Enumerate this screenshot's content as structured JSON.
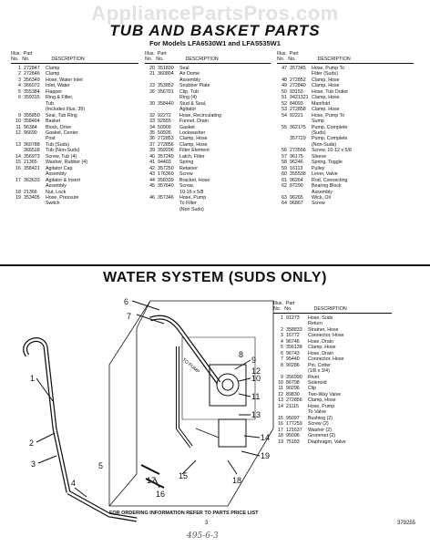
{
  "watermark": "AppliancePartsPros.com",
  "title": "TUB AND BASKET PARTS",
  "models": "For Models LFA6530W1 and LFA5535W1",
  "headers": {
    "illus": "Illus.",
    "no": "No.",
    "part": "Part",
    "description": "DESCRIPTION"
  },
  "tub_col1": [
    {
      "illus": "1",
      "part": "272847",
      "desc": "Clamp"
    },
    {
      "illus": "2",
      "part": "272846",
      "desc": "Clamp"
    },
    {
      "illus": "3",
      "part": "356349",
      "desc": "Hose, Water Inlet"
    },
    {
      "illus": "4",
      "part": "366072",
      "desc": "Inlet, Water"
    },
    {
      "illus": "5",
      "part": "355384",
      "desc": "Flapper"
    },
    {
      "illus": "6",
      "part": "359315",
      "desc": "Ring & Filter,"
    },
    {
      "illus": "",
      "part": "",
      "desc": "Tub"
    },
    {
      "illus": "",
      "part": "",
      "desc": "(Includes Illus. 39)"
    },
    {
      "illus": "9",
      "part": "355850",
      "desc": "Seal, Tub Ring"
    },
    {
      "illus": "10",
      "part": "358404",
      "desc": "Basket"
    },
    {
      "illus": "11",
      "part": "96384",
      "desc": "Block, Drive"
    },
    {
      "illus": "12",
      "part": "96690",
      "desc": "Gasket, Center"
    },
    {
      "illus": "",
      "part": "",
      "desc": "Post"
    },
    {
      "illus": "13",
      "part": "360788",
      "desc": "Tub (Suds)"
    },
    {
      "illus": "",
      "part": "366518",
      "desc": "Tub (Non-Suds)"
    },
    {
      "illus": "14",
      "part": "356973",
      "desc": "Screw, Tub (4)"
    },
    {
      "illus": "15",
      "part": "21365",
      "desc": "Washer, Rubber (4)"
    },
    {
      "illus": "16",
      "part": "358421",
      "desc": "Agitator Cap"
    },
    {
      "illus": "",
      "part": "",
      "desc": "Assembly"
    },
    {
      "illus": "17",
      "part": "363633",
      "desc": "Agitator & Insert"
    },
    {
      "illus": "",
      "part": "",
      "desc": "Assembly"
    },
    {
      "illus": "18",
      "part": "21366",
      "desc": "Nut, Lock"
    },
    {
      "illus": "19",
      "part": "353405",
      "desc": "Hose, Pressure"
    },
    {
      "illus": "",
      "part": "",
      "desc": "Switch"
    }
  ],
  "tub_col2": [
    {
      "illus": "20",
      "part": "351830",
      "desc": "Seal"
    },
    {
      "illus": "21",
      "part": "360804",
      "desc": "Air Dome"
    },
    {
      "illus": "",
      "part": "",
      "desc": "Assembly"
    },
    {
      "illus": "23",
      "part": "353852",
      "desc": "Snubber Plate"
    },
    {
      "illus": "26",
      "part": "356701",
      "desc": "Clip, Tub"
    },
    {
      "illus": "",
      "part": "",
      "desc": "Ring (4)"
    },
    {
      "illus": "30",
      "part": "358440",
      "desc": "Stud & Seal,"
    },
    {
      "illus": "",
      "part": "",
      "desc": "Agitator"
    },
    {
      "illus": "32",
      "part": "92272",
      "desc": "Hose, Recirculating"
    },
    {
      "illus": "33",
      "part": "92555",
      "desc": "Funnel, Drain"
    },
    {
      "illus": "34",
      "part": "50909",
      "desc": "Gasket"
    },
    {
      "illus": "35",
      "part": "50926",
      "desc": "Lockwasher"
    },
    {
      "illus": "36",
      "part": "272853",
      "desc": "Clamp, Hose"
    },
    {
      "illus": "37",
      "part": "272856",
      "desc": "Clamp, Hose"
    },
    {
      "illus": "39",
      "part": "359296",
      "desc": "Filter Element"
    },
    {
      "illus": "40",
      "part": "357249",
      "desc": "Latch, Filter"
    },
    {
      "illus": "41",
      "part": "94403",
      "desc": "Spring"
    },
    {
      "illus": "42",
      "part": "357250",
      "desc": "Retainer"
    },
    {
      "illus": "43",
      "part": "176360",
      "desc": "Screw"
    },
    {
      "illus": "44",
      "part": "358339",
      "desc": "Bracket, Hose"
    },
    {
      "illus": "45",
      "part": "357640",
      "desc": "Screw,"
    },
    {
      "illus": "",
      "part": "",
      "desc": "10-16 x 5/8"
    },
    {
      "illus": "46",
      "part": "357346",
      "desc": "Hose, Pump"
    },
    {
      "illus": "",
      "part": "",
      "desc": "To Filter"
    },
    {
      "illus": "",
      "part": "",
      "desc": "(Non Suds)"
    }
  ],
  "tub_col3": [
    {
      "illus": "47",
      "part": "357345",
      "desc": "Hose, Pump To"
    },
    {
      "illus": "",
      "part": "",
      "desc": "Filter (Suds)"
    },
    {
      "illus": "48",
      "part": "272852",
      "desc": "Clamp, Hose"
    },
    {
      "illus": "49",
      "part": "272840",
      "desc": "Clamp, Hose"
    },
    {
      "illus": "50",
      "part": "93153",
      "desc": "Hose, Tub Outlet"
    },
    {
      "illus": "51",
      "part": "9421321",
      "desc": "Clamp, Hose"
    },
    {
      "illus": "52",
      "part": "84093",
      "desc": "Manifold"
    },
    {
      "illus": "53",
      "part": "272858",
      "desc": "Clamp, Hose"
    },
    {
      "illus": "54",
      "part": "92221",
      "desc": "Hose, Pump To"
    },
    {
      "illus": "",
      "part": "",
      "desc": "Sump"
    },
    {
      "illus": "55",
      "part": "362175",
      "desc": "Pump, Complete"
    },
    {
      "illus": "",
      "part": "",
      "desc": "(Suds)"
    },
    {
      "illus": "",
      "part": "357729",
      "desc": "Pump, Complete"
    },
    {
      "illus": "",
      "part": "",
      "desc": "(Non-Suds)"
    },
    {
      "illus": "56",
      "part": "273556",
      "desc": "Screw, 10-12 x 5/8"
    },
    {
      "illus": "57",
      "part": "96175",
      "desc": "Sleeve"
    },
    {
      "illus": "58",
      "part": "96246",
      "desc": "Spring, Toggle"
    },
    {
      "illus": "59",
      "part": "16113",
      "desc": "Pulley"
    },
    {
      "illus": "60",
      "part": "355538",
      "desc": "Lever, Valve"
    },
    {
      "illus": "61",
      "part": "96264",
      "desc": "Rod, Connecting"
    },
    {
      "illus": "62",
      "part": "87290",
      "desc": "Bearing Block"
    },
    {
      "illus": "",
      "part": "",
      "desc": "Assembly"
    },
    {
      "illus": "63",
      "part": "96265",
      "desc": "Wick, Oil"
    },
    {
      "illus": "64",
      "part": "96867",
      "desc": "Screw"
    }
  ],
  "water_title": "WATER SYSTEM (SUDS ONLY)",
  "water_list": [
    {
      "illus": "1",
      "part": "91273",
      "desc": "Hose, Suds"
    },
    {
      "illus": "",
      "part": "",
      "desc": "Return"
    },
    {
      "illus": "2",
      "part": "358833",
      "desc": "Strainer, Hose"
    },
    {
      "illus": "3",
      "part": "16772",
      "desc": "Connector, Hose"
    },
    {
      "illus": "4",
      "part": "96746",
      "desc": "Hose, Drain"
    },
    {
      "illus": "5",
      "part": "356138",
      "desc": "Clamp, Hose"
    },
    {
      "illus": "6",
      "part": "96743",
      "desc": "Hose, Drain"
    },
    {
      "illus": "7",
      "part": "95440",
      "desc": "Connector, Hose"
    },
    {
      "illus": "8",
      "part": "90286",
      "desc": "Pin, Cotter"
    },
    {
      "illus": "",
      "part": "",
      "desc": "(1/8 x 3/4)"
    },
    {
      "illus": "9",
      "part": "356990",
      "desc": "Rivet"
    },
    {
      "illus": "10",
      "part": "86798",
      "desc": "Solenoid"
    },
    {
      "illus": "11",
      "part": "90296",
      "desc": "Clip"
    },
    {
      "illus": "12",
      "part": "89830",
      "desc": "Two-Way Valve"
    },
    {
      "illus": "13",
      "part": "272856",
      "desc": "Clamp, Hose"
    },
    {
      "illus": "14",
      "part": "21115",
      "desc": "Hose, Pump"
    },
    {
      "illus": "",
      "part": "",
      "desc": "To Valve"
    },
    {
      "illus": "15",
      "part": "95097",
      "desc": "Bushing (2)"
    },
    {
      "illus": "16",
      "part": "177259",
      "desc": "Screw (2)"
    },
    {
      "illus": "17",
      "part": "121637",
      "desc": "Washer (2)"
    },
    {
      "illus": "18",
      "part": "95096",
      "desc": "Grommet (2)"
    },
    {
      "illus": "19",
      "part": "75183",
      "desc": "Diaphragm, Valve"
    }
  ],
  "diagram_labels": {
    "n1": "1",
    "n2": "2",
    "n3": "3",
    "n4": "4",
    "n5": "5",
    "n6": "6",
    "n7": "7",
    "n8": "8",
    "n9": "9",
    "n10": "10",
    "n11": "11",
    "n12": "12",
    "n13": "13",
    "n14": "14",
    "n15": "15",
    "n16": "16",
    "n17": "17",
    "n18": "18",
    "n19": "19",
    "to_pump": "TO PUMP"
  },
  "footer": "FOR ORDERING INFORMATION REFER TO PARTS PRICE LIST",
  "page_number": "3",
  "doc_number": "379255",
  "handwritten": "495-6-3"
}
